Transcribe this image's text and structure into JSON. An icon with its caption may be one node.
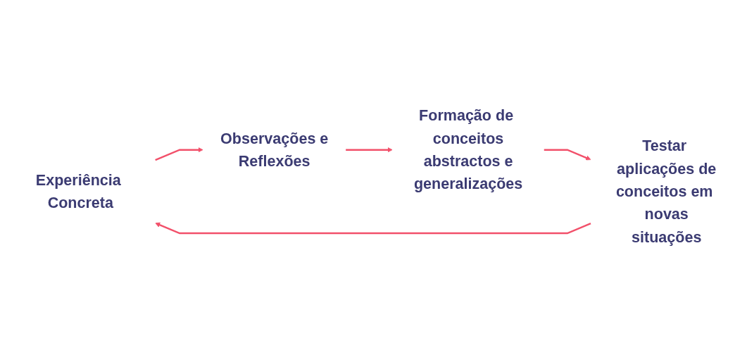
{
  "diagram": {
    "nodes": [
      {
        "text": [
          "Experiência Concreta"
        ]
      },
      {
        "text": [
          "Observações e Reflexões"
        ]
      },
      {
        "text": [
          "Formação de conceitos abstractos e generalizações"
        ]
      },
      {
        "text": [
          "Testar aplicações de conceitos em novas situações"
        ]
      }
    ],
    "edges": [
      {
        "from": 0,
        "to": 1,
        "arrow": "to"
      },
      {
        "from": 1,
        "to": 2,
        "arrow": "to"
      },
      {
        "from": 2,
        "to": 3,
        "arrow": "to"
      },
      {
        "from": 3,
        "to": 0,
        "arrow": "to"
      }
    ]
  }
}
